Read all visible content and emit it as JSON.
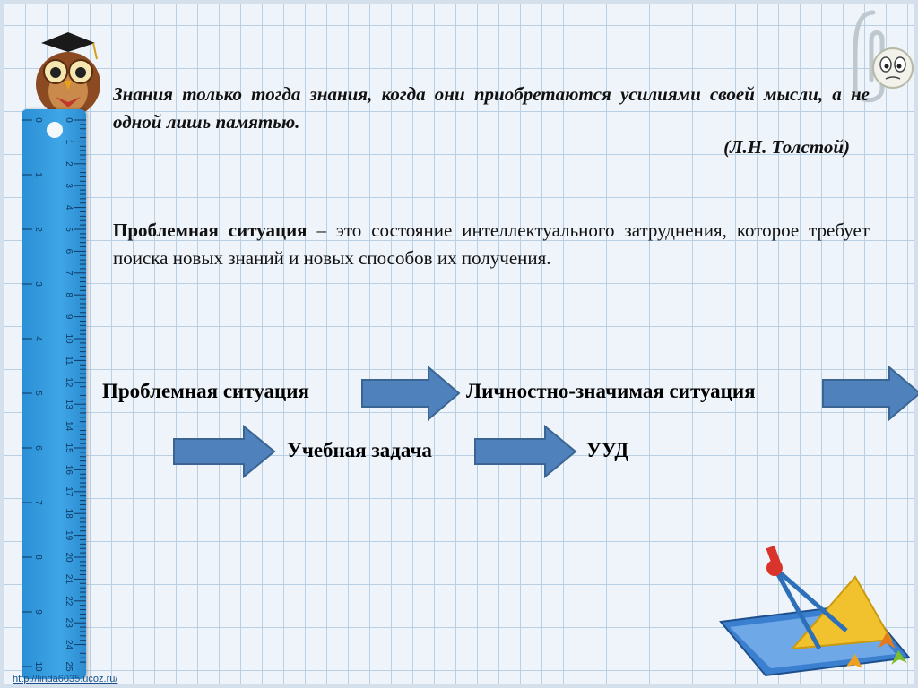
{
  "quote": {
    "text": "Знания только тогда знания, когда они приобретаются усилиями своей мысли, а не одной лишь памятью.",
    "author": "(Л.Н. Толстой)"
  },
  "definition": {
    "term": "Проблемная ситуация",
    "rest": " – это состояние интеллектуального затруднения, которое требует поиска новых знаний и новых способов их получения."
  },
  "flow": {
    "step1": "Проблемная ситуация",
    "step2": "Личностно-значимая ситуация",
    "step3": "Учебная задача",
    "step4": "УУД"
  },
  "ruler": {
    "ticks": [
      "0",
      "1",
      "2",
      "3",
      "4",
      "5",
      "6",
      "7",
      "8",
      "9",
      "10",
      "11",
      "12",
      "13",
      "14",
      "15",
      "16",
      "17",
      "18",
      "19",
      "20",
      "21",
      "22",
      "23",
      "24",
      "25"
    ],
    "inch_ticks": [
      "0",
      "1",
      "2",
      "3",
      "4",
      "5",
      "6",
      "7",
      "8",
      "9",
      "10"
    ]
  },
  "footer": {
    "url": "http://linda6035.ucoz.ru/"
  },
  "icons": [
    "owl-icon",
    "ruler-icon",
    "paperclip-icon",
    "drawing-tools-icon",
    "arrow-right-icon"
  ],
  "colors": {
    "arrow_fill": "#4f81bd",
    "arrow_stroke": "#3a6592",
    "ruler": "#3fa6e6"
  }
}
